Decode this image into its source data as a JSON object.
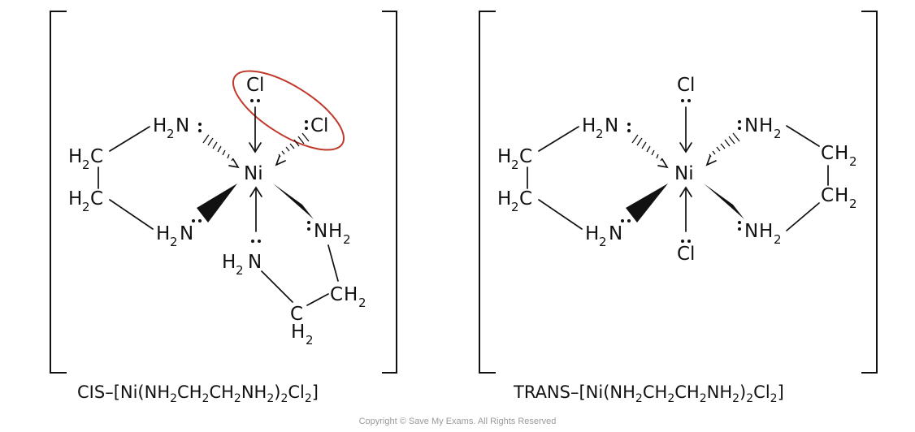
{
  "atoms": {
    "cl": "Cl",
    "ni": "Ni",
    "h": "H",
    "n": "N",
    "c": "C",
    "two": "2"
  },
  "captions": {
    "cis_prefix": "CIS",
    "trans_prefix": "TRANS",
    "formula_parts": [
      "–[Ni(NH",
      "2",
      "CH",
      "2",
      "CH",
      "2",
      "NH",
      "2",
      ")",
      "2",
      "Cl",
      "2",
      "]"
    ]
  },
  "copyright": "Copyright © Save My Exams. All Rights Reserved",
  "colors": {
    "ink": "#111111",
    "highlight_ring": "#c0392b",
    "copyright": "#9a9a9a"
  }
}
